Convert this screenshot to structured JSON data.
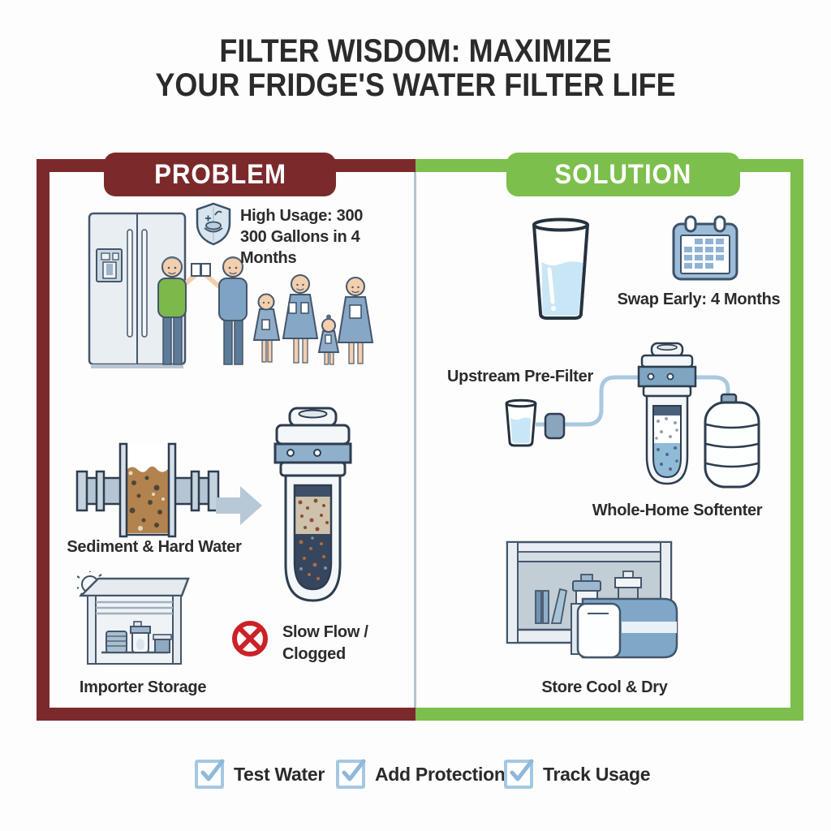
{
  "title": {
    "line1": "FILTER WISDOM: MAXIMIZE",
    "line2": "YOUR FRIDGE'S WATER FILTER LIFE"
  },
  "problem": {
    "header": "PROBLEM",
    "high_usage": {
      "line1": "High Usage: 300",
      "line2": "300 Gallons in 4 Months"
    },
    "sediment_label": "Sediment & Hard Water",
    "slow_flow": {
      "line1": "Slow Flow /",
      "line2": "Clogged"
    },
    "storage_label": "Importer Storage"
  },
  "solution": {
    "header": "SOLUTION",
    "swap_label": "Swap Early: 4 Months",
    "prefilter_label": "Upstream Pre-Filter",
    "softener_label": "Whole-Home Softenter",
    "store_label": "Store Cool & Dry"
  },
  "checklist": [
    {
      "icon": "checkbox-checked-icon",
      "label": "Test Water"
    },
    {
      "icon": "checkbox-checked-icon",
      "label": "Add Protection"
    },
    {
      "icon": "checkbox-checked-icon",
      "label": "Track Usage"
    }
  ],
  "colors": {
    "problem_red": "#7b2a2b",
    "solution_green": "#7cbf4c",
    "divider_blue": "#b5c4ce",
    "title_text": "#2b2b2b",
    "prohibition_red": "#cb2127",
    "checkbox_blue": "#a5c8e2",
    "water_blue": "#c9e6f6",
    "sediment_brown": "#b2834f",
    "illustration_outline": "#44566b",
    "illustration_blue": "#8fb0ca",
    "shirt_green": "#7db84a",
    "shirt_blue": "#7fa3c2"
  }
}
